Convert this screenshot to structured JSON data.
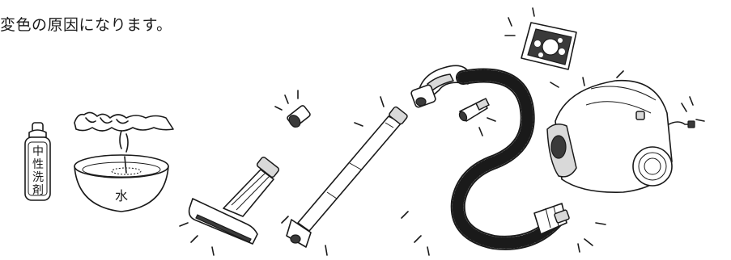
{
  "caption": "変色の原因になります。",
  "labels": {
    "bottle_chars": [
      "中",
      "性",
      "洗",
      "剤"
    ],
    "bowl": "水"
  },
  "illustration_parts": [
    "detergent-bottle-icon",
    "cloth-icon",
    "water-bowl-icon",
    "floor-nozzle-icon",
    "crevice-tool-icon",
    "extension-pipe-icon",
    "hose-icon",
    "brush-attachment-icon",
    "filter-icon",
    "vacuum-body-icon"
  ]
}
